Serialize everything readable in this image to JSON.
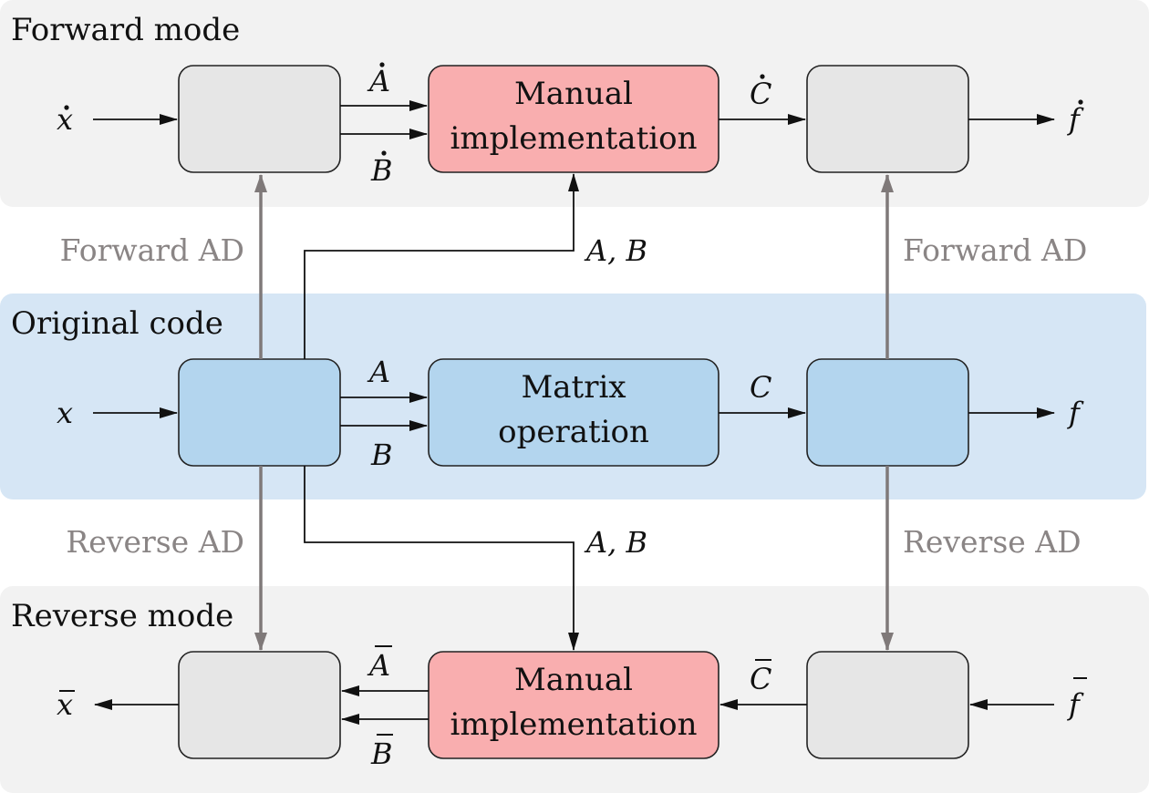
{
  "bands": {
    "forward": "Forward mode",
    "original": "Original code",
    "reverse": "Reverse mode"
  },
  "ad_labels": {
    "forward_left": "Forward AD",
    "forward_right": "Forward AD",
    "reverse_left": "Reverse AD",
    "reverse_right": "Reverse AD"
  },
  "boxes": {
    "forward_middle": [
      "Manual",
      "implementation"
    ],
    "original_middle": [
      "Matrix",
      "operation"
    ],
    "reverse_middle": [
      "Manual",
      "implementation"
    ]
  },
  "variables": {
    "forward": {
      "input": "x",
      "a": "A",
      "b": "B",
      "c": "C",
      "output": "f"
    },
    "original": {
      "input": "x",
      "a": "A",
      "b": "B",
      "c": "C",
      "output": "f"
    },
    "reverse": {
      "input": "f",
      "a": "A",
      "b": "B",
      "c": "C",
      "output": "x"
    },
    "pass_up": "A, B",
    "pass_down": "A, B"
  },
  "colors": {
    "gray_band": "#f2f2f2",
    "blue_band": "#d6e6f5",
    "gray_box": "#e6e6e6",
    "blue_box": "#b3d5ee",
    "red_box": "#f9aeaf",
    "ad_arrow": "#7f7979"
  }
}
